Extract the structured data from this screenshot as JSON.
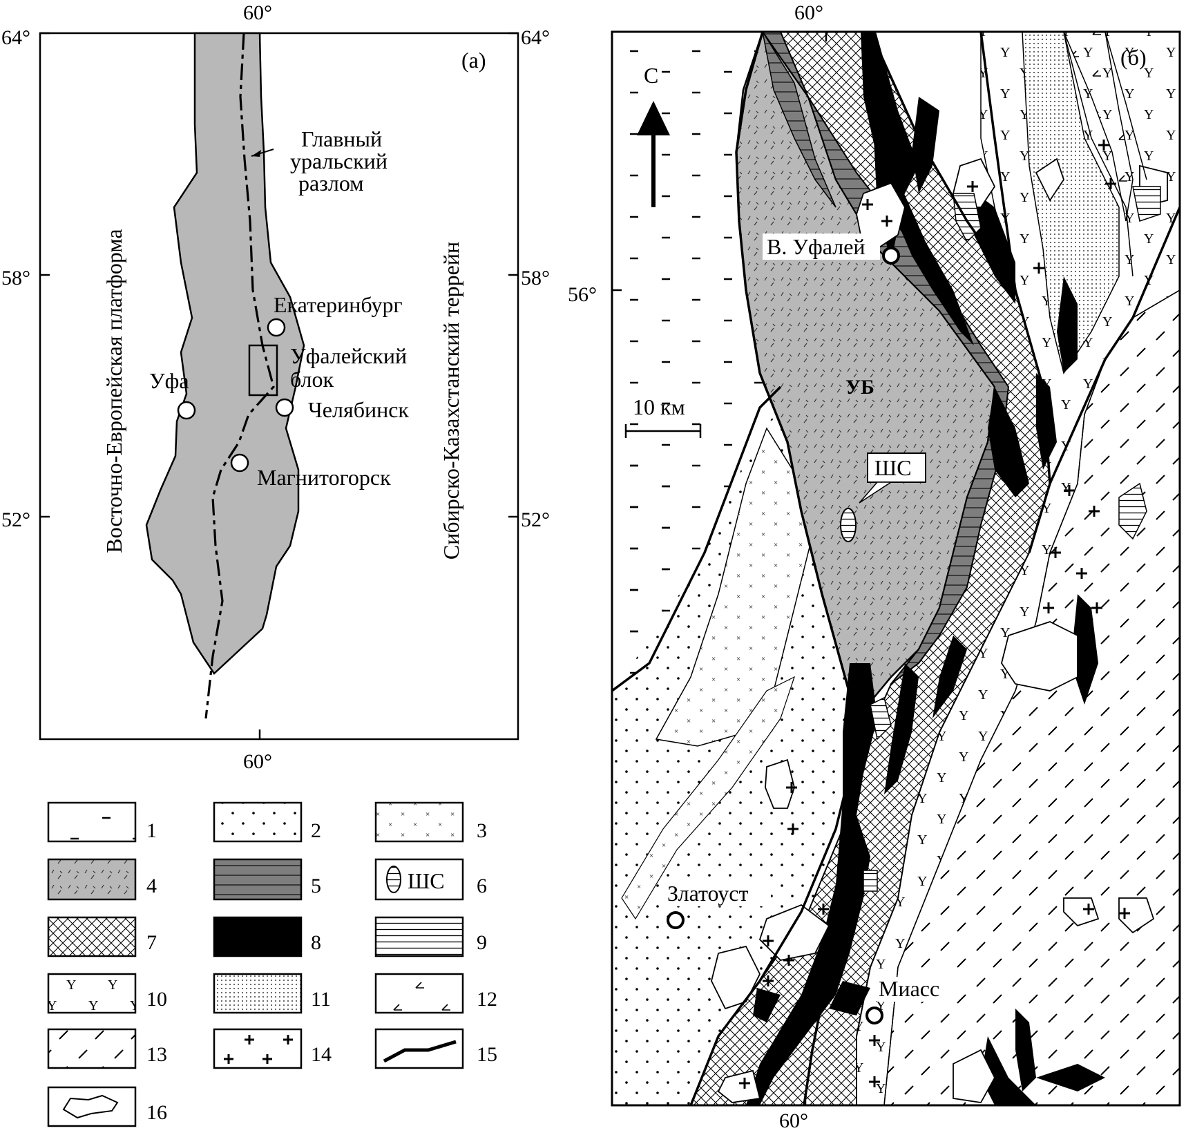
{
  "panel_a": {
    "label": "(а)",
    "top_tick_left": "64°",
    "top_tick_right": "64°",
    "lat_58_left": "58°",
    "lat_58_right": "58°",
    "lat_52_left": "52°",
    "lat_52_right": "52°",
    "top_lon": "60°",
    "bottom_lon": "60°",
    "fault_label": [
      "Главный",
      "уральский",
      "разлом"
    ],
    "west_region": "Восточно-Европейская платформа",
    "east_region": "Сибирско-Казахстанский террейн",
    "cities": {
      "ekaterinburg": "Екатеринбург",
      "ufa": "Уфа",
      "chelyabinsk": "Челябинск",
      "magnitogorsk": "Магнитогорск"
    },
    "block_label": [
      "Уфалейский",
      "блок"
    ]
  },
  "panel_b": {
    "label": "(б)",
    "top_lon": "60°",
    "bottom_lon": "60°",
    "lat_56": "56°",
    "north": "С",
    "scale": "10 км",
    "ub": "УБ",
    "shs": "ШС",
    "cities": {
      "v_ufaley": "В. Уфалей",
      "zlatoust": "Златоуст",
      "miass": "Миасс"
    }
  },
  "legend": {
    "items": [
      "1",
      "2",
      "3",
      "4",
      "5",
      "6",
      "7",
      "8",
      "9",
      "10",
      "11",
      "12",
      "13",
      "14",
      "15",
      "16"
    ],
    "shs_label": "ШС"
  },
  "colors": {
    "gray": "#b8b8b8",
    "dark_gray": "#7e7e7e",
    "black": "#000000",
    "white": "#ffffff"
  }
}
